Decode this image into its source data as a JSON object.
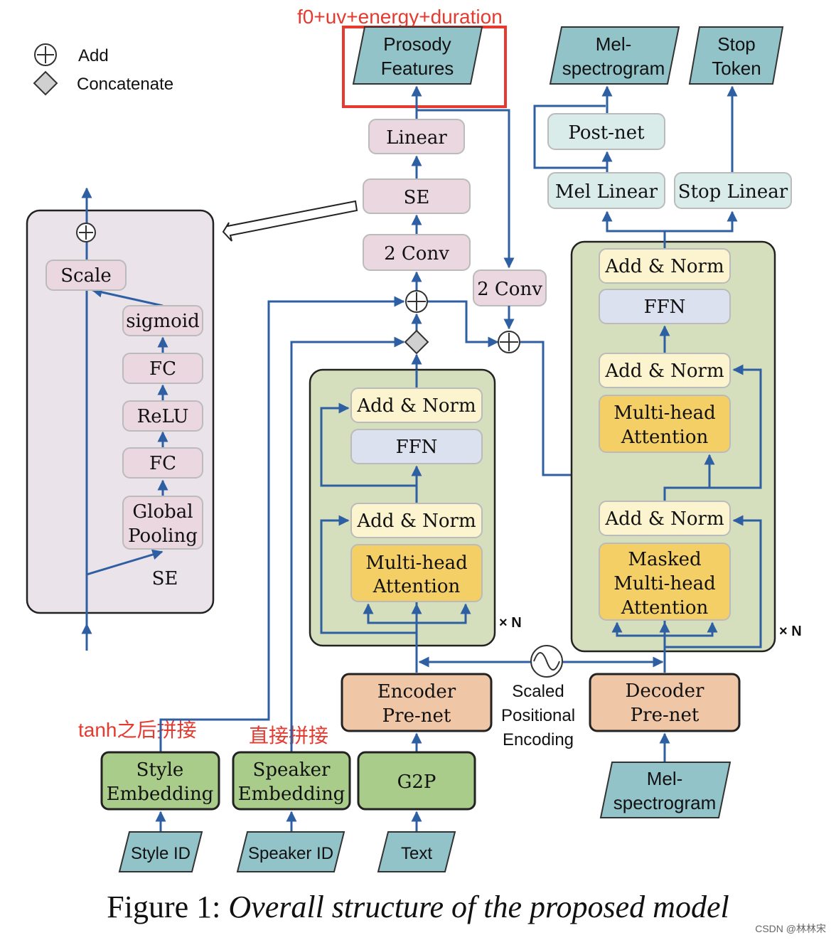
{
  "legend": {
    "add": "Add",
    "concatenate": "Concatenate"
  },
  "annotations": {
    "prosody_note": "f0+uv+energy+duration",
    "style_note": "tanh之后拼接",
    "speaker_note": "直接拼接"
  },
  "prosody": {
    "features": [
      "Prosody",
      "Features"
    ],
    "linear": "Linear",
    "se": "SE",
    "conv_a": "2 Conv",
    "conv_b": "2 Conv"
  },
  "se_block": {
    "scale": "Scale",
    "sigmoid": "sigmoid",
    "fc1": "FC",
    "relu": "ReLU",
    "fc2": "FC",
    "pool": [
      "Global",
      "Pooling"
    ],
    "label": "SE"
  },
  "encoder": {
    "add_norm_top": "Add & Norm",
    "ffn": "FFN",
    "add_norm_bottom": "Add & Norm",
    "mha": [
      "Multi-head",
      "Attention"
    ],
    "times_n": "× N",
    "prenet": [
      "Encoder",
      "Pre-net"
    ]
  },
  "decoder": {
    "add_norm_top": "Add & Norm",
    "ffn": "FFN",
    "add_norm_mid": "Add & Norm",
    "mha": [
      "Multi-head",
      "Attention"
    ],
    "add_norm_bottom": "Add & Norm",
    "masked_mha": [
      "Masked",
      "Multi-head",
      "Attention"
    ],
    "times_n": "× N",
    "prenet": [
      "Decoder",
      "Pre-net"
    ]
  },
  "outputs": {
    "mel": [
      "Mel-",
      "spectrogram"
    ],
    "stop": [
      "Stop",
      "Token"
    ],
    "postnet": "Post-net",
    "mel_linear": "Mel Linear",
    "stop_linear": "Stop Linear"
  },
  "positional": [
    "Scaled",
    "Positional",
    "Encoding"
  ],
  "inputs": {
    "style_emb": [
      "Style",
      "Embedding"
    ],
    "speaker_emb": [
      "Speaker",
      "Embedding"
    ],
    "g2p": "G2P",
    "style_id": "Style ID",
    "speaker_id": "Speaker ID",
    "text": "Text",
    "mel_in": [
      "Mel-",
      "spectrogram"
    ]
  },
  "caption": {
    "prefix": "Figure 1: ",
    "title": "Overall structure of the proposed model"
  },
  "credit": "CSDN @林林宋",
  "colors": {
    "arrow": "#2f5fa3",
    "pink": "#ead7e0",
    "green_box": "#d5dfbd",
    "cream": "#fcf3cf",
    "lavender": "#dbe1ee",
    "gold": "#f3cf66",
    "salmon": "#efc6a6",
    "emb_green": "#a9cc8a",
    "teal": "#92c3c9",
    "light_teal": "#d9ecea",
    "se_bg": "#ebe3ea",
    "red": "#e53a2f"
  }
}
